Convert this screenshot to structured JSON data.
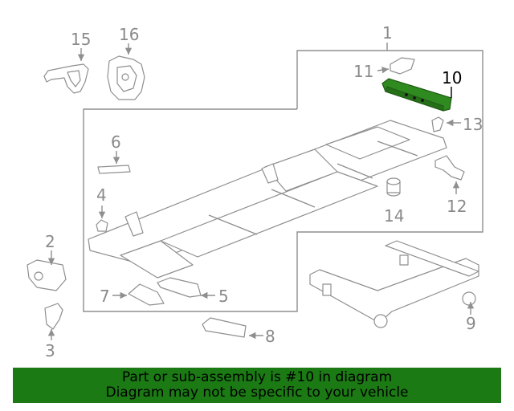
{
  "diagram": {
    "highlight_part": "10",
    "highlight_color": "#2f8a1f",
    "line_color": "#8f8f8f",
    "callouts": [
      "1",
      "2",
      "3",
      "4",
      "5",
      "6",
      "7",
      "8",
      "9",
      "10",
      "11",
      "12",
      "13",
      "14",
      "15",
      "16"
    ]
  },
  "banner": {
    "line1": "Part or sub-assembly is #10 in diagram",
    "line2": "Diagram may not be specific to your vehicle",
    "color": "#1b7a14"
  }
}
